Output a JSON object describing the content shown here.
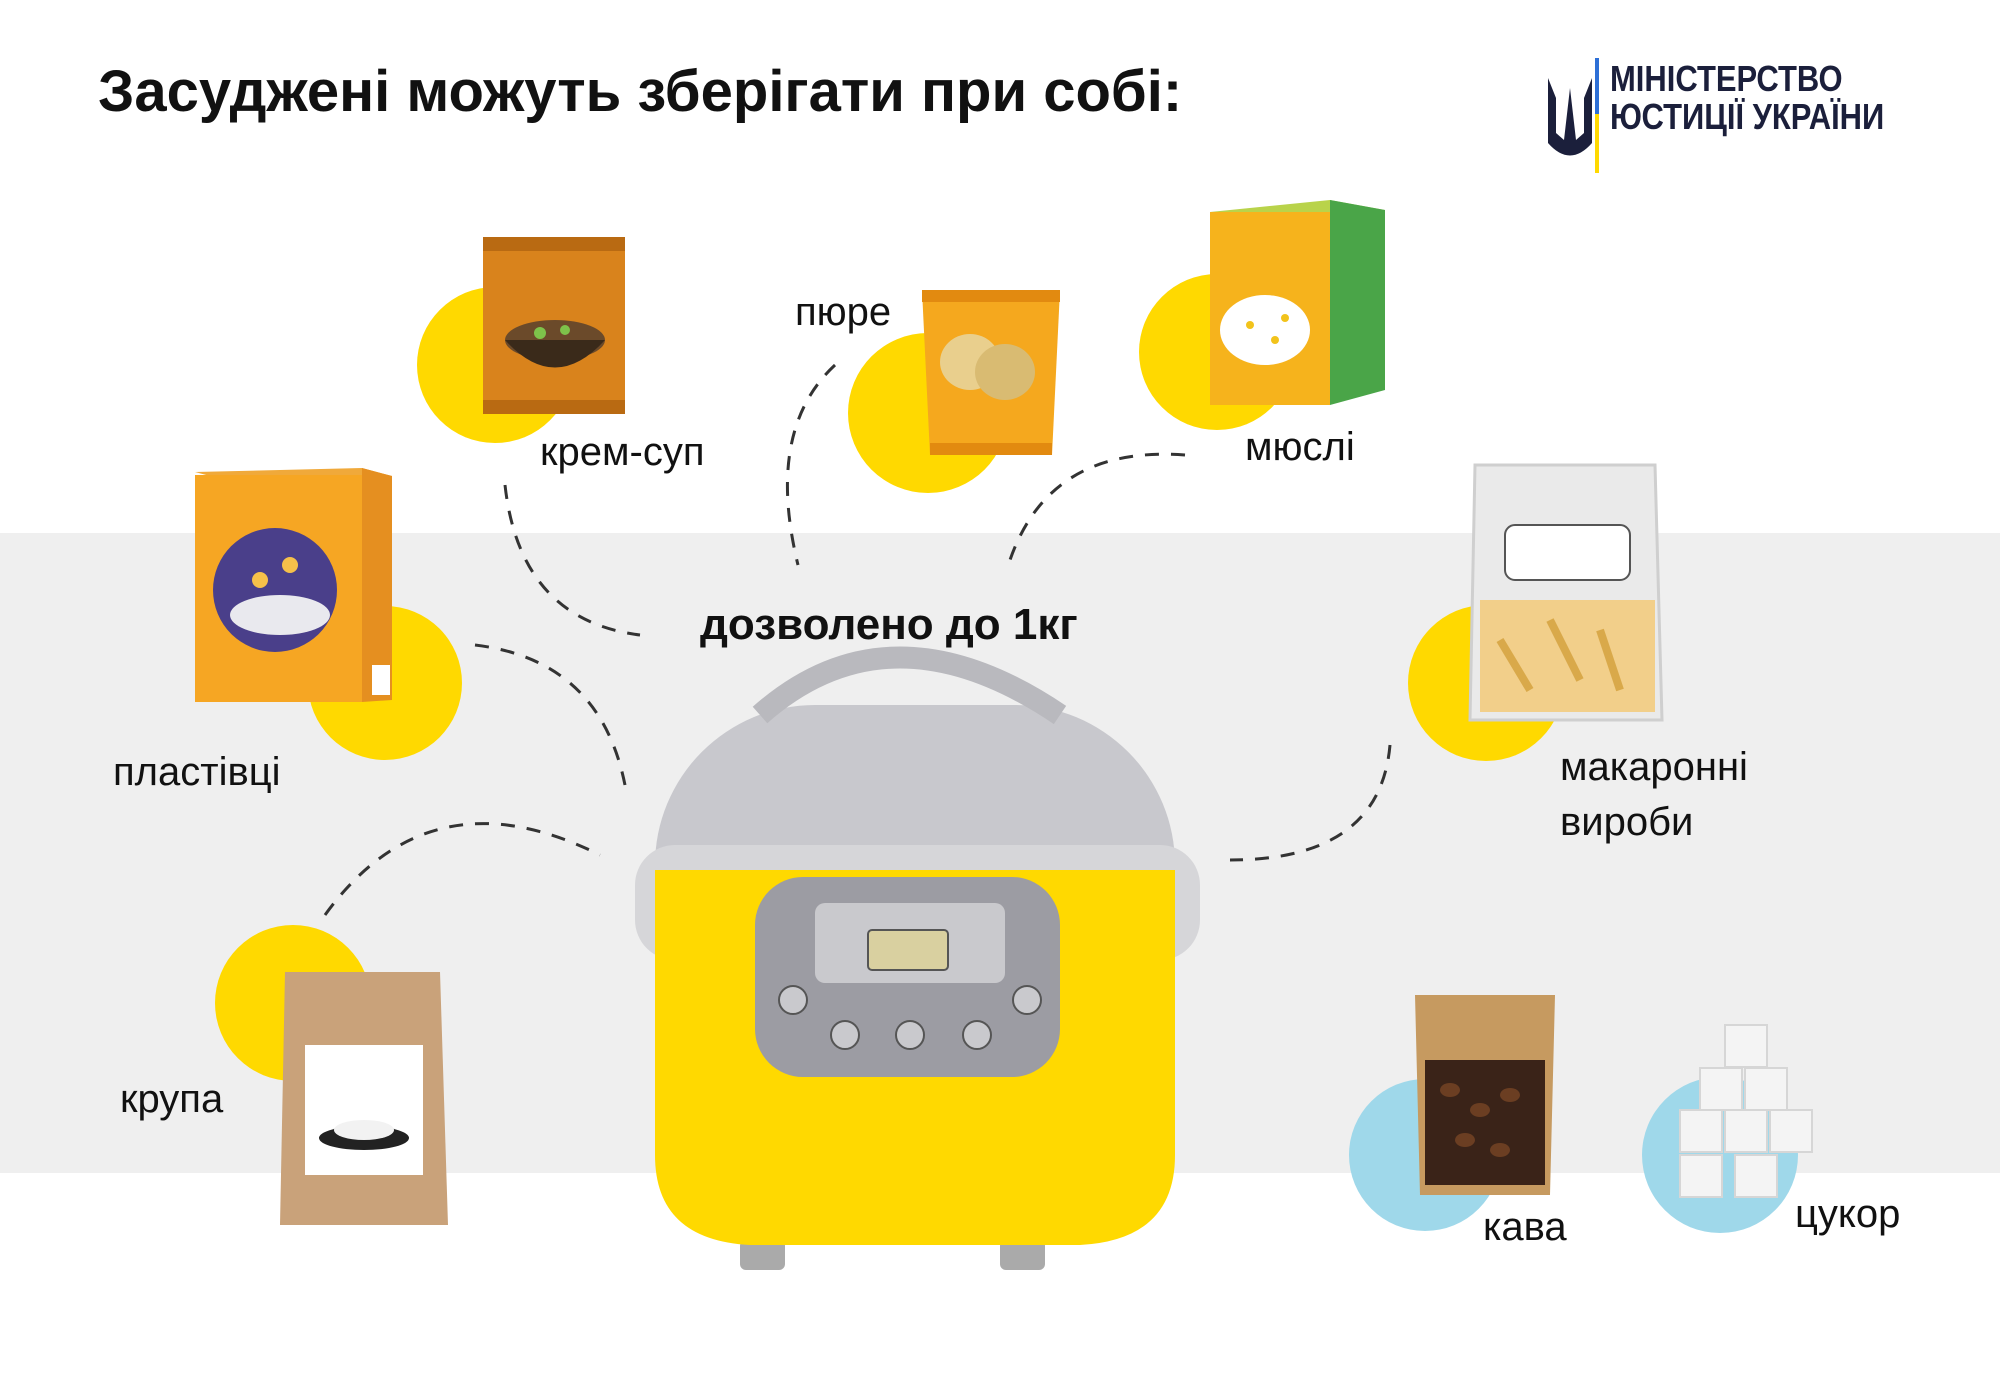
{
  "header": {
    "title": "Засуджені можуть зберігати при собі:"
  },
  "logo": {
    "line1": "МІНІСТЕРСТВО",
    "line2": "ЮСТИЦІЇ УКРАЇНИ"
  },
  "center": {
    "label": "дозволено до 1кг"
  },
  "items": {
    "cream_soup": "крем-суп",
    "puree": "пюре",
    "muesli": "мюслі",
    "flakes": "пластівці",
    "pasta_line1": "макаронні",
    "pasta_line2": "вироби",
    "groats": "крупа",
    "coffee": "кава",
    "sugar": "цукор"
  },
  "colors": {
    "yellow": "#ffd900",
    "light_blue": "#9fd8ea",
    "band": "#efefef",
    "orange": "#f5a81e"
  }
}
